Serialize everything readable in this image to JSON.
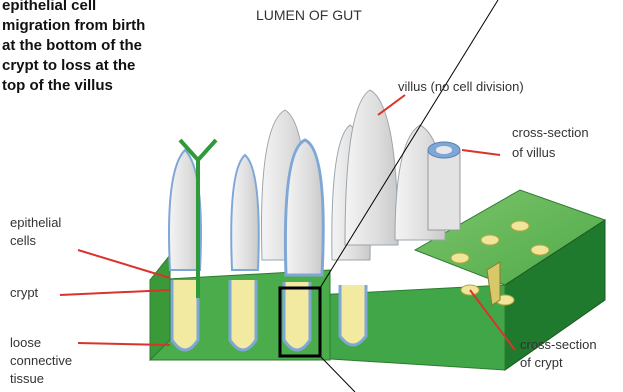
{
  "header": {
    "text": "LUMEN OF GUT"
  },
  "caption": {
    "lines": [
      "epithelial cell",
      "migration from birth",
      "at the bottom of the",
      "crypt to loss at the",
      "top of the villus"
    ]
  },
  "labels": {
    "villus": "villus (no cell division)",
    "cross_section_villus_1": "cross-section",
    "cross_section_villus_2": "of villus",
    "epithelial_1": "epithelial",
    "epithelial_2": "cells",
    "crypt": "crypt",
    "loose_1": "loose",
    "loose_2": "connective",
    "loose_3": "tissue",
    "cross_section_crypt_1": "cross-section",
    "cross_section_crypt_2": "of crypt"
  },
  "colors": {
    "leader_line": "#d9342b",
    "tissue_green": "#3aa84a",
    "tissue_dark_green": "#1d6b2a",
    "villus_gray": "#e4e4e4",
    "epithelium_blue": "#7fa7d6",
    "arrow_green": "#2e9a3a"
  }
}
